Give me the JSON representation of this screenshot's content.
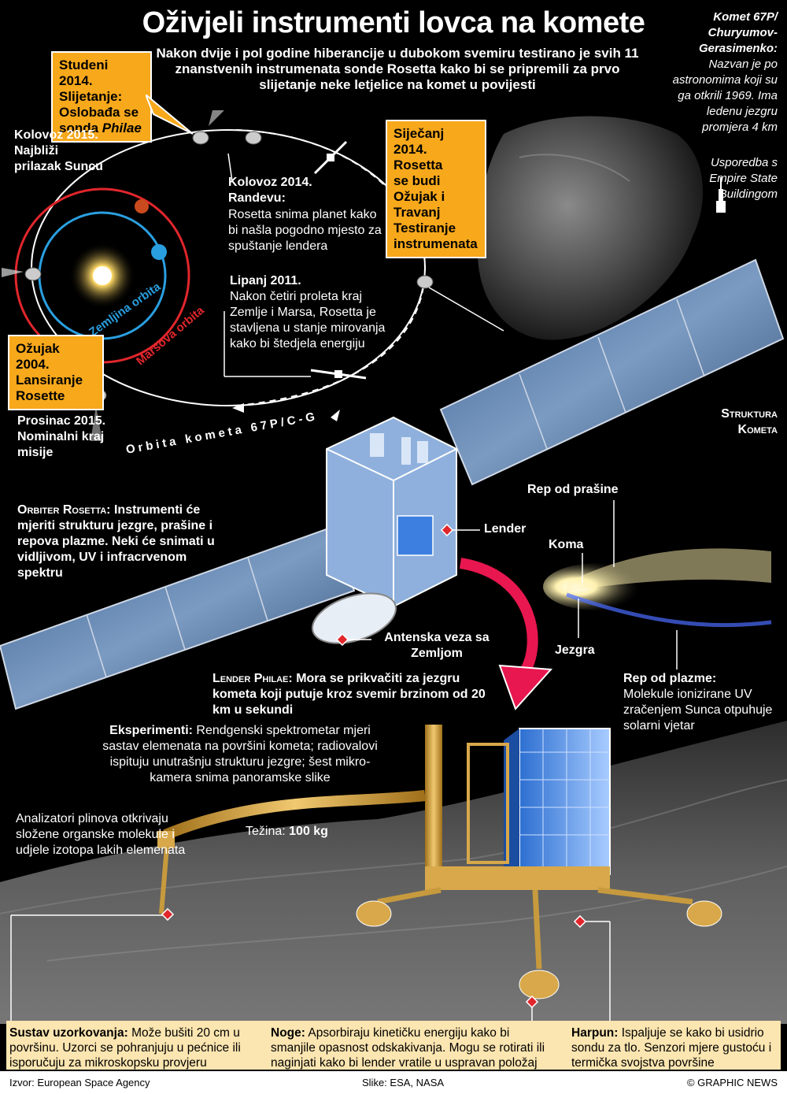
{
  "title": "Oživjeli instrumenti lovca na komete",
  "intro": "Nakon dvije i pol godine hiberancije u dubokom svemiru testirano je svih 11 znanstvenih instrumenata sonde Rosetta kako bi se pripremili za prvo slijetanje neke letjelice na komet u povijesti",
  "comet_info": {
    "name": "Komet 67P/ Churyumov-Gerasimenko:",
    "text": "Nazvan je po astronomima koji su ga otkrili 1969. Ima ledenu jezgru promjera 4 km",
    "compare": "Usporedba s Empire State Buildingom"
  },
  "boxes": {
    "nov2014": [
      "Studeni 2014.",
      "Slijetanje:",
      "Oslobađa se",
      "sonda "
    ],
    "nov2014_italic": "Philae",
    "jan2014": [
      "Siječanj 2014.",
      "Rosetta",
      "se budi",
      "Ožujak i Travanj",
      "Testiranje",
      "instrumenata"
    ],
    "mar2004": [
      "Ožujak 2004.",
      "Lansiranje",
      "Rosette"
    ]
  },
  "orbit_labels": {
    "aug2015": "Kolovoz 2015. Najbliži prilazak Suncu",
    "aug2014_title": "Kolovoz 2014. Randevu:",
    "aug2014_text": "Rosetta snima planet kako bi našla pogodno mjesto za spuštanje lendera",
    "jun2011_title": "Lipanj 2011.",
    "jun2011_text": "Nakon četiri proleta kraj Zemlje i Marsa, Rosetta je stavljena u stanje mirovanja kako bi štedjela energiju",
    "dec2015": "Prosinac 2015. Nominalni kraj misije",
    "earth_orbit": "Zemljina orbita",
    "mars_orbit": "Marsova orbita",
    "comet_orbit": "Orbita kometa 67P/C-G"
  },
  "orbiter": {
    "heading": "Orbiter Rosetta:",
    "text": "Instrumenti će mjeriti strukturu jezgre, prašine i repova plazme. Neki će snimati u vidljivom, UV i infracrvenom spektru"
  },
  "lender_label": "Lender",
  "antenna_label": "Antenska veza sa Zemljom",
  "comet_structure": {
    "heading": "Struktura Kometa",
    "dust_tail": "Rep od prašine",
    "coma": "Koma",
    "nucleus": "Jezgra",
    "plasma_title": "Rep od plazme:",
    "plasma_text": "Molekule ionizirane UV zračenjem Sunca otpuhuje solarni vjetar"
  },
  "philae": {
    "heading": "Lender Philae:",
    "text": "Mora se prikvačiti za jezgru kometa koji putuje kroz svemir brzinom od 20 km u sekundi",
    "exp_title": "Eksperimenti:",
    "exp_text": "Rendgenski spektrometar mjeri sastav elemenata na površini kometa; radiovalovi ispituju unutrašnju strukturu jezgre; šest mikro-kamera snima panoramske slike",
    "gas_text": "Analizatori plinova otkrivaju složene organske molekule i udjele izotopa lakih elemenata",
    "weight_label": "Težina: ",
    "weight_value": "100 kg"
  },
  "bottom": {
    "sampling_title": "Sustav uzorkovanja:",
    "sampling_text": "Može bušiti 20 cm u površinu. Uzorci se pohranjuju u pećnice ili isporučuju za mikroskopsku provjeru",
    "legs_title": "Noge:",
    "legs_text": "Apsorbiraju kinetičku energiju kako bi smanjile opasnost odskakivanja. Mogu se rotirati ili naginjati kako bi lender vratile u uspravan položaj",
    "harpoon_title": "Harpun:",
    "harpoon_text": "Ispaljuje se kako bi usidrio sondu za tlo. Senzori mjere gustoću i termička svojstva površine"
  },
  "footer": {
    "source": "Izvor: European Space Agency",
    "images": "Slike: ESA, NASA",
    "credit": "© GRAPHIC NEWS"
  },
  "colors": {
    "box": "#f7a81b",
    "earth_orbit": "#2a9fe0",
    "mars_orbit": "#e1262c",
    "arrow": "#e8174f",
    "panel": "#fbe5b0"
  }
}
